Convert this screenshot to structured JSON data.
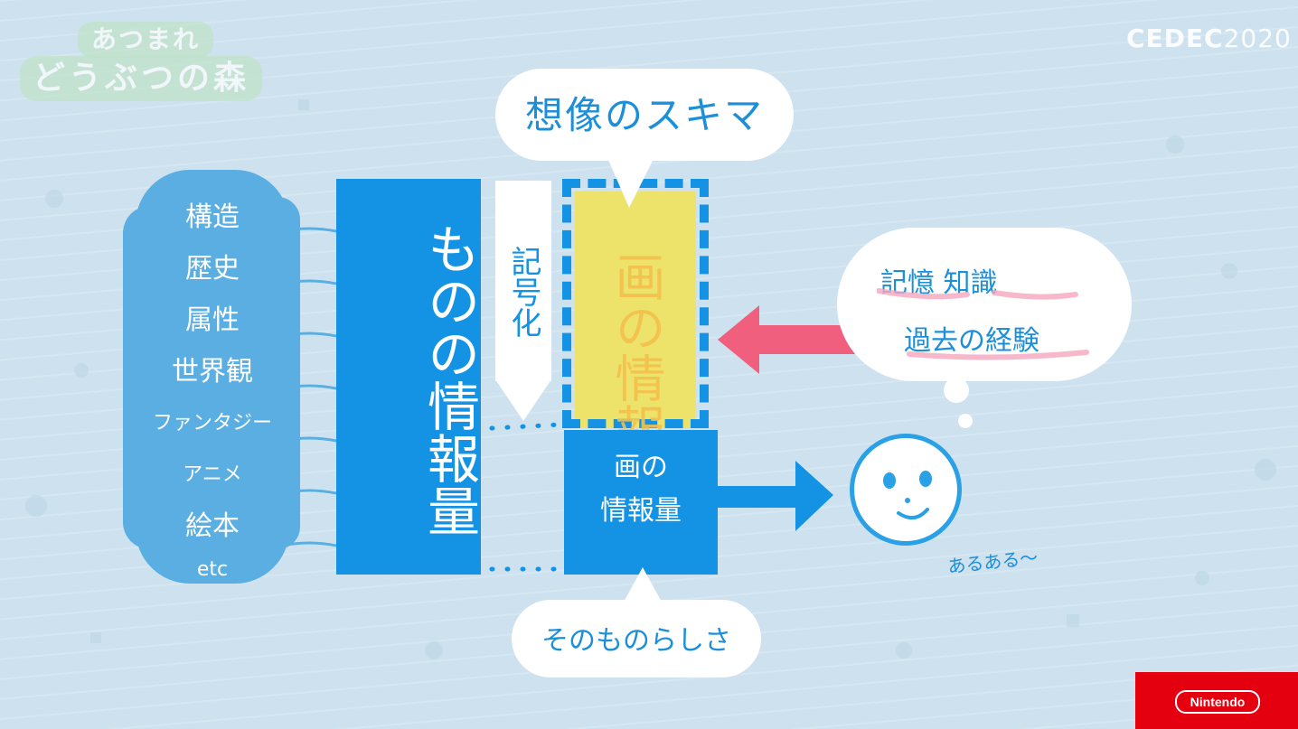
{
  "branding": {
    "game_logo_top": "あつまれ",
    "game_logo_bottom": "どうぶつの森",
    "event_prefix": "CEDEC",
    "event_year": "2020",
    "publisher": "Nintendo"
  },
  "diagram": {
    "source_list": [
      "構造",
      "歴史",
      "属性",
      "世界観",
      "ファンタジー",
      "アニメ",
      "絵本",
      "etc"
    ],
    "object_info_label": "ものの情報量",
    "symbolization_label": "記号化",
    "picture_info_ghost_label": "画の情報",
    "picture_info_label_line1": "画の",
    "picture_info_label_line2": "情報量",
    "imagination_gap_label": "想像のスキマ",
    "likeness_label": "そのものらしさ",
    "memory_line1": "記憶 知識",
    "memory_line2": "過去の経験",
    "reaction_label": "あるある〜"
  },
  "colors": {
    "background": "#cde2ee",
    "primary_blue": "#1493e4",
    "light_blue": "#5aaee2",
    "yellow": "#ede36a",
    "pink_arrow": "#f0607e",
    "nintendo_red": "#e4000f"
  }
}
